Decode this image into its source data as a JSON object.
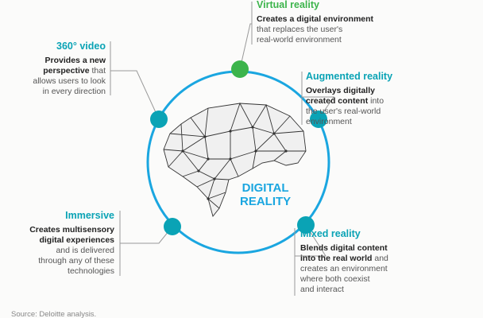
{
  "center_label": [
    "DIGITAL",
    "REALITY"
  ],
  "items": [
    {
      "title": "Virtual reality",
      "bold": "Creates a digital environment",
      "rest": [
        "that replaces the user's",
        "real-world environment"
      ]
    },
    {
      "title": "360° video",
      "bold": "Provides a new",
      "bold2": "perspective",
      "rest0": " that",
      "rest": [
        "allows users to look",
        "in every direction"
      ]
    },
    {
      "title": "Augmented reality",
      "bold": "Overlays digitally",
      "bold2": "created content",
      "rest0": " into",
      "rest": [
        "the user's real-world",
        "environment"
      ]
    },
    {
      "title": "Immersive",
      "bold": "Creates multisensory",
      "bold2": "digital experiences",
      "rest": [
        "and is delivered",
        "through any of these",
        "technologies"
      ]
    },
    {
      "title": "Mixed reality",
      "bold": "Blends digital content",
      "bold2": "into the real world",
      "rest0": " and",
      "rest": [
        "creates an environment",
        "where both coexist",
        "and interact"
      ]
    }
  ],
  "source": "Source: Deloitte analysis.",
  "colors": {
    "circle": "#1aa6e0",
    "teal": "#0aa3b5",
    "green": "#3cb44b"
  }
}
